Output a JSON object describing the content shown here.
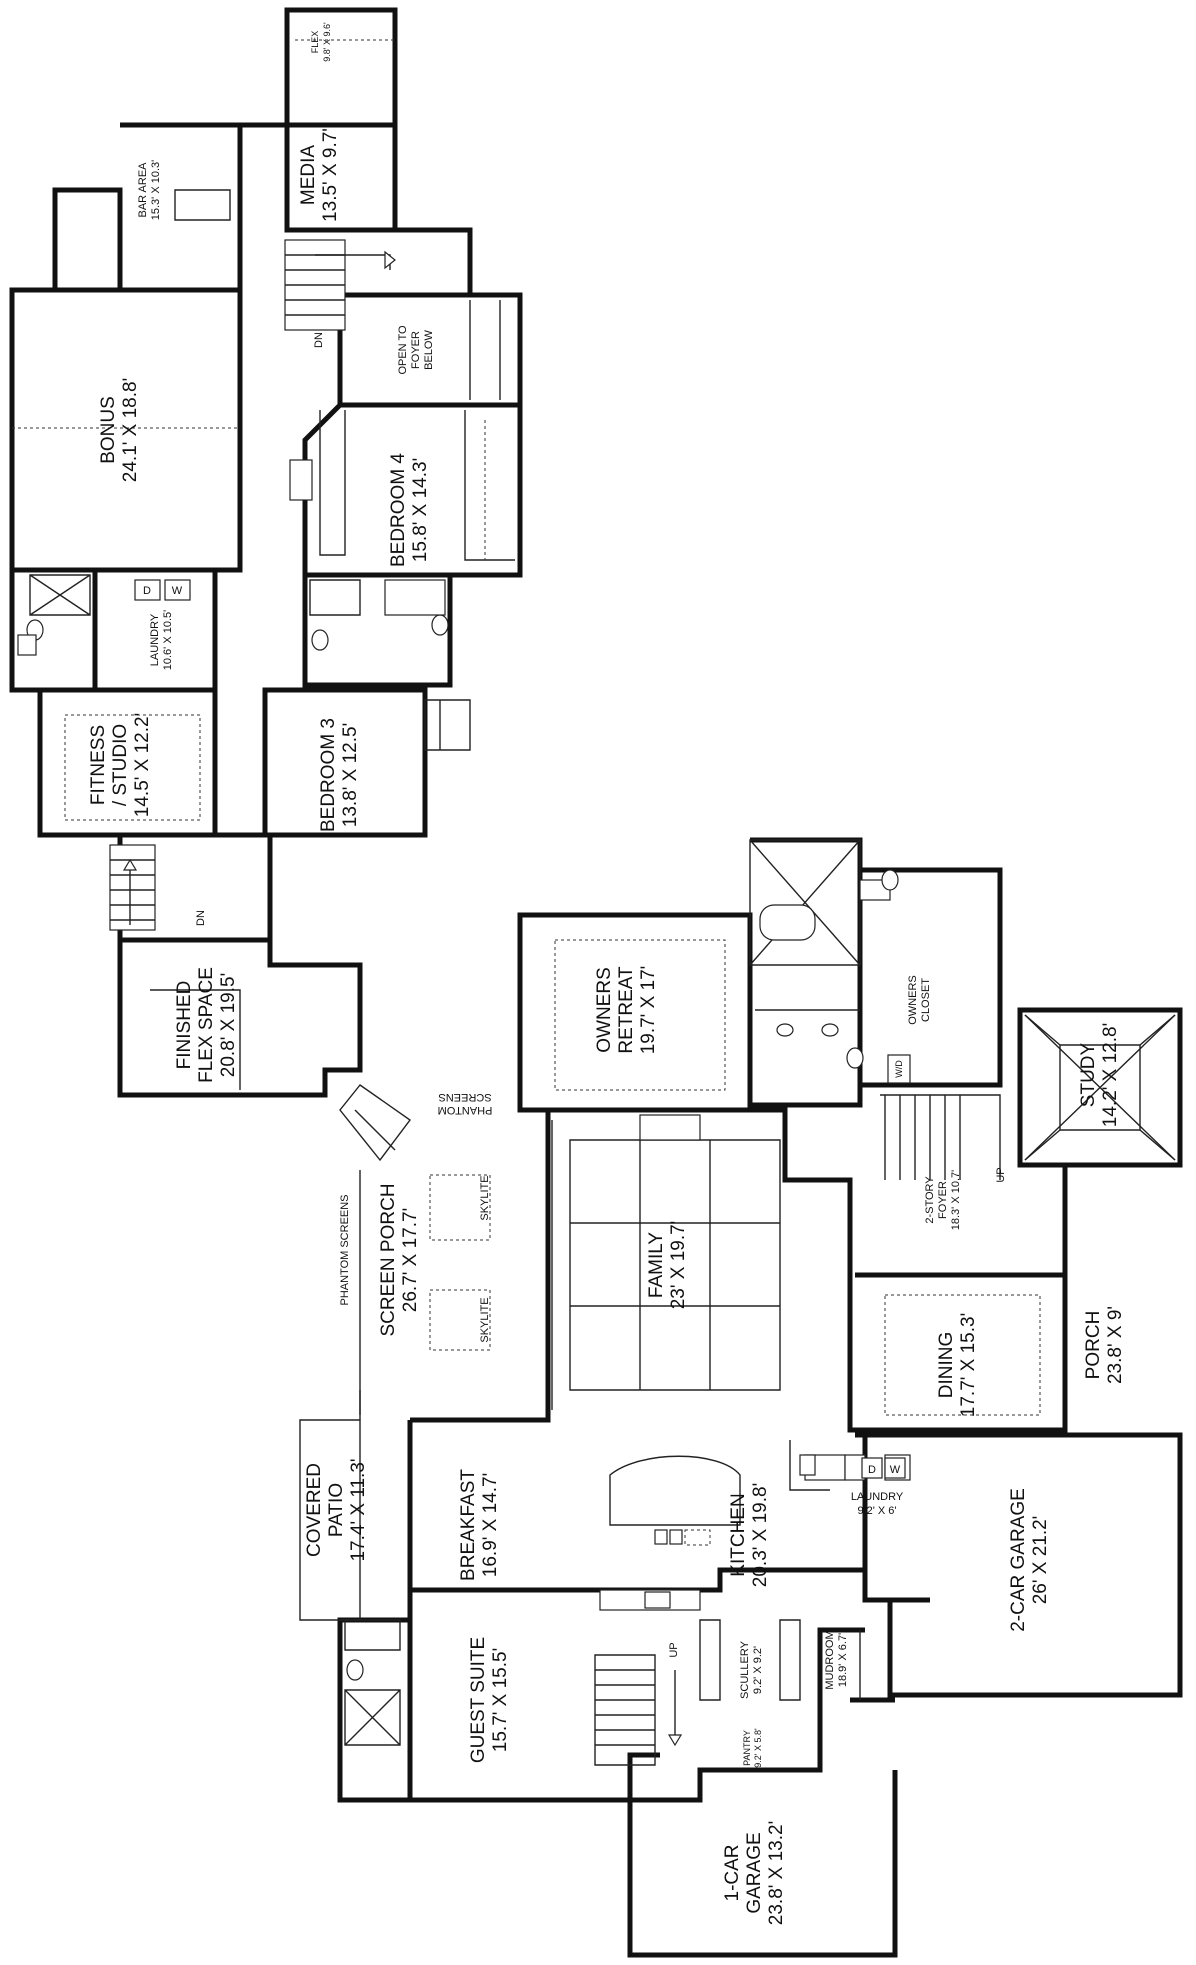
{
  "upper_floor": {
    "flex": {
      "name": "FLEX",
      "dims": "9.8' X 9.6'"
    },
    "media": {
      "name": "MEDIA",
      "dims": "13.5' X 9.7'"
    },
    "bar_area": {
      "name": "BAR AREA",
      "dims": "15.3' X 10.3'"
    },
    "bonus": {
      "name": "BONUS",
      "dims": "24.1' X 18.8'"
    },
    "open_to_foyer": {
      "line1": "OPEN TO",
      "line2": "FOYER",
      "line3": "BELOW"
    },
    "stair_down_1": "DN",
    "bedroom4": {
      "name": "BEDROOM 4",
      "dims": "15.8' X 14.3'"
    },
    "laundry": {
      "name": "LAUNDRY",
      "dims": "10.6' X 10.5'",
      "dryer": "D",
      "washer": "W"
    },
    "fitness": {
      "line1": "FITNESS",
      "line2": "/ STUDIO",
      "dims": "14.5' X 12.2'"
    },
    "bedroom3": {
      "name": "BEDROOM 3",
      "dims": "13.8' X 12.5'"
    },
    "stair_down_2": "DN",
    "finished_flex": {
      "line1": "FINISHED",
      "line2": "FLEX SPACE",
      "dims": "20.8' X 19.5'"
    }
  },
  "main_floor": {
    "owners_retreat": {
      "name": "OWNERS",
      "name2": "RETREAT",
      "dims": "19.7' X 17'"
    },
    "owners_closet": {
      "line1": "OWNERS",
      "line2": "CLOSET",
      "wd": "W/D"
    },
    "study": {
      "name": "STUDY",
      "dims": "14.2' X 12.8'"
    },
    "phantom_top": {
      "line1": "PHANTOM",
      "line2": "SCREENS"
    },
    "phantom_side": "PHANTOM SCREENS",
    "screen_porch": {
      "name": "SCREEN PORCH",
      "dims": "26.7' X 17.7'",
      "skylite1": "SKYLITE",
      "skylite2": "SKYLITE"
    },
    "family": {
      "name": "FAMILY",
      "dims": "23' X 19.7'"
    },
    "foyer": {
      "line1": "2-STORY",
      "line2": "FOYER",
      "dims": "18.3' X 10.7'",
      "up": "UP"
    },
    "dining": {
      "name": "DINING",
      "dims": "17.7' X 15.3'"
    },
    "porch": {
      "name": "PORCH",
      "dims": "23.8' X 9'"
    },
    "covered_patio": {
      "line1": "COVERED",
      "line2": "PATIO",
      "dims": "17.4' X 11.3'"
    },
    "breakfast": {
      "name": "BREAKFAST",
      "dims": "16.9' X 14.7'"
    },
    "kitchen": {
      "name": "KITCHEN",
      "dims": "20.3' X 19.8'"
    },
    "laundry": {
      "name": "LAUNDRY",
      "dims": "9.2' X 6'",
      "dryer": "D",
      "washer": "W"
    },
    "garage2": {
      "name": "2-CAR GARAGE",
      "dims": "26' X 21.2'"
    },
    "guest_suite": {
      "name": "GUEST SUITE",
      "dims": "15.7' X 15.5'"
    },
    "stair_up": "UP",
    "scullery": {
      "name": "SCULLERY",
      "dims": "9.2' X 9.2'"
    },
    "mudroom": {
      "name": "MUDROOM",
      "dims": "18.9' X 6.7'"
    },
    "pantry": {
      "name": "PANTRY",
      "dims": "9.2' X 5.8'"
    },
    "garage1": {
      "line1": "1-CAR",
      "line2": "GARAGE",
      "dims": "23.8' X 13.2'"
    }
  }
}
